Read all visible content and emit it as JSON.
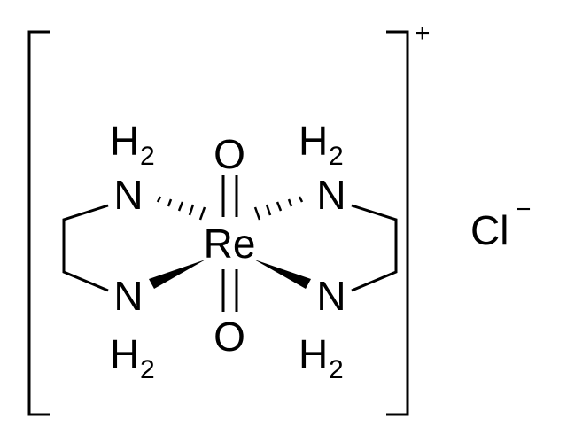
{
  "structure": {
    "center_atom": "Re",
    "oxo_top": "O",
    "oxo_bottom": "O",
    "n_upper_left": "N",
    "n_lower_left": "N",
    "n_upper_right": "N",
    "n_lower_right": "N",
    "h_upper_left": "H",
    "h_upper_left_sub": "2",
    "h_lower_left": "H",
    "h_lower_left_sub": "2",
    "h_upper_right": "H",
    "h_upper_right_sub": "2",
    "h_lower_right": "H",
    "h_lower_right_sub": "2"
  },
  "complex_charge": "+",
  "counter_ion": {
    "symbol": "Cl",
    "charge": "−"
  }
}
